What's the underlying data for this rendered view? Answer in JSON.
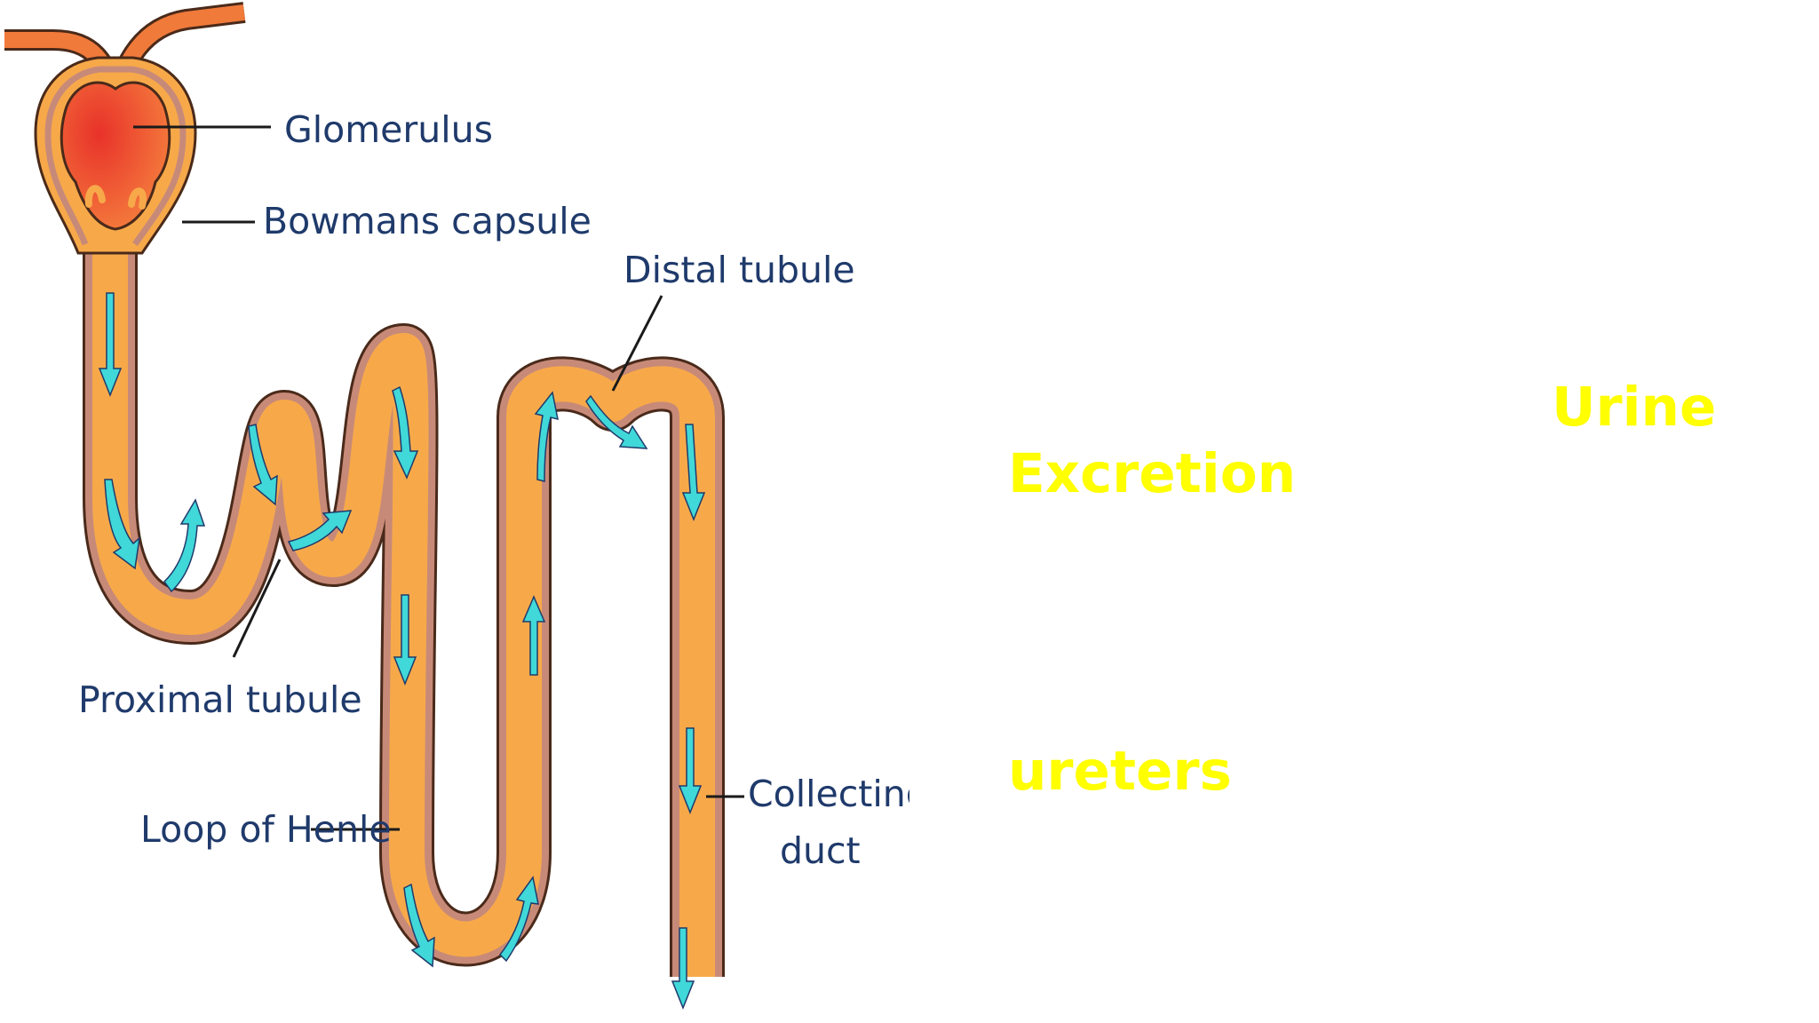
{
  "diagram": {
    "labels": {
      "glomerulus": "Glomerulus",
      "bowmans_capsule": "Bowmans capsule",
      "distal_tubule": "Distal tubule",
      "proximal_tubule": "Proximal tubule",
      "loop_of_henle": "Loop of Henle",
      "collecting_duct_line1": "Collecting",
      "collecting_duct_line2": "duct"
    },
    "colors": {
      "tubule_fill": "#f7a94a",
      "tubule_wall": "#c88a78",
      "tubule_outline": "#4a2a1a",
      "glomerulus": "#ef4f3a",
      "flow_arrow": "#40d8d8",
      "label_text": "#1f3a6b"
    }
  },
  "side_words": {
    "urine": "Urine",
    "excretion": "Excretion",
    "ureters": "ureters",
    "color": "#ffff00"
  }
}
